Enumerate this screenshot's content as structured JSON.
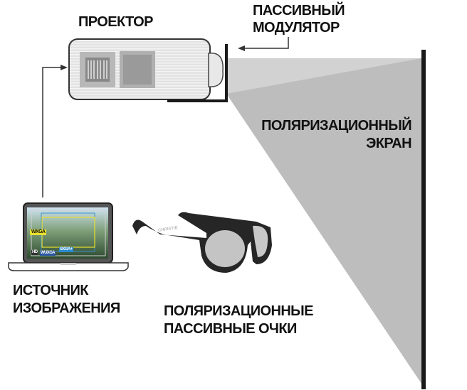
{
  "labels": {
    "projector": "ПРОЕКТОР",
    "modulator_line1": "ПАССИВНЫЙ",
    "modulator_line2": "МОДУЛЯТОР",
    "screen_line1": "ПОЛЯРИЗАЦИОННЫЙ",
    "screen_line2": "ЭКРАН",
    "source_line1": "ИСТОЧНИК",
    "source_line2": "ИЗОБРАЖЕНИЯ",
    "glasses_line1": "ПОЛЯРИЗАЦИОННЫЕ",
    "glasses_line2": "ПАССИВНЫЕ ОЧКИ"
  },
  "laptop_screen_tags": [
    "HD",
    "WUXGA",
    "WXGA",
    "SXGA+"
  ],
  "glasses_brand": "CHRISTIE",
  "colors": {
    "wedge": "#bcbcbc",
    "frame": "#222222",
    "projector": "#dcdcdc"
  }
}
